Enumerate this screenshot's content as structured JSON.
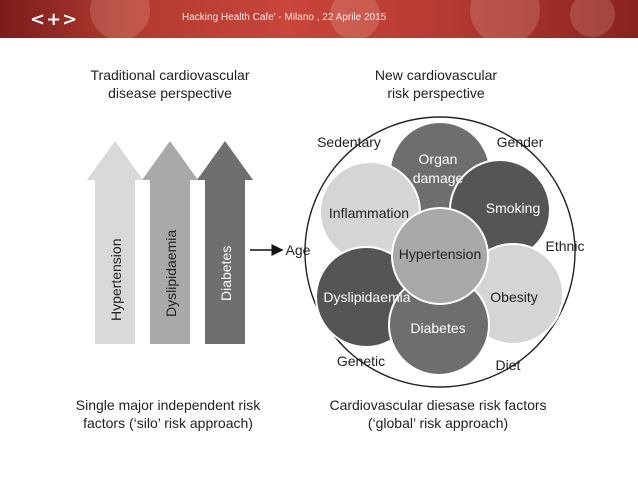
{
  "header": {
    "logo": "<+>",
    "title": "Hacking Health  Cafe' - Milano , 22 Aprile 2015"
  },
  "left_panel": {
    "title_line1": "Traditional cardiovascular",
    "title_line2": "disease perspective",
    "arrows": [
      "Hypertension",
      "Dyslipidaemia",
      "Diabetes"
    ],
    "caption_line1": "Single major independent risk",
    "caption_line2": "factors (‘silo’ risk approach)"
  },
  "right_panel": {
    "title_line1": "New cardiovascular",
    "title_line2": "risk perspective",
    "circles": {
      "organ_damage_line1": "Organ",
      "organ_damage_line2": "damage",
      "inflammation": "Inflammation",
      "smoking": "Smoking",
      "hypertension": "Hypertension",
      "dyslipidaemia": "Dyslipidaemia",
      "obesity": "Obesity",
      "diabetes": "Diabetes"
    },
    "outer_labels": {
      "sedentary": "Sedentary",
      "gender": "Gender",
      "age": "Age",
      "ethnic": "Ethnic",
      "genetic": "Genetic",
      "diet": "Diet"
    },
    "caption_line1": "Cardiovascular diesase risk factors",
    "caption_line2": "(‘global’ risk approach)"
  },
  "colors": {
    "banner": "#b23a2f",
    "light_grey": "#d5d5d5",
    "mid_grey": "#a8a8a8",
    "dark_grey": "#6e6e6e",
    "darker_grey": "#555555"
  }
}
